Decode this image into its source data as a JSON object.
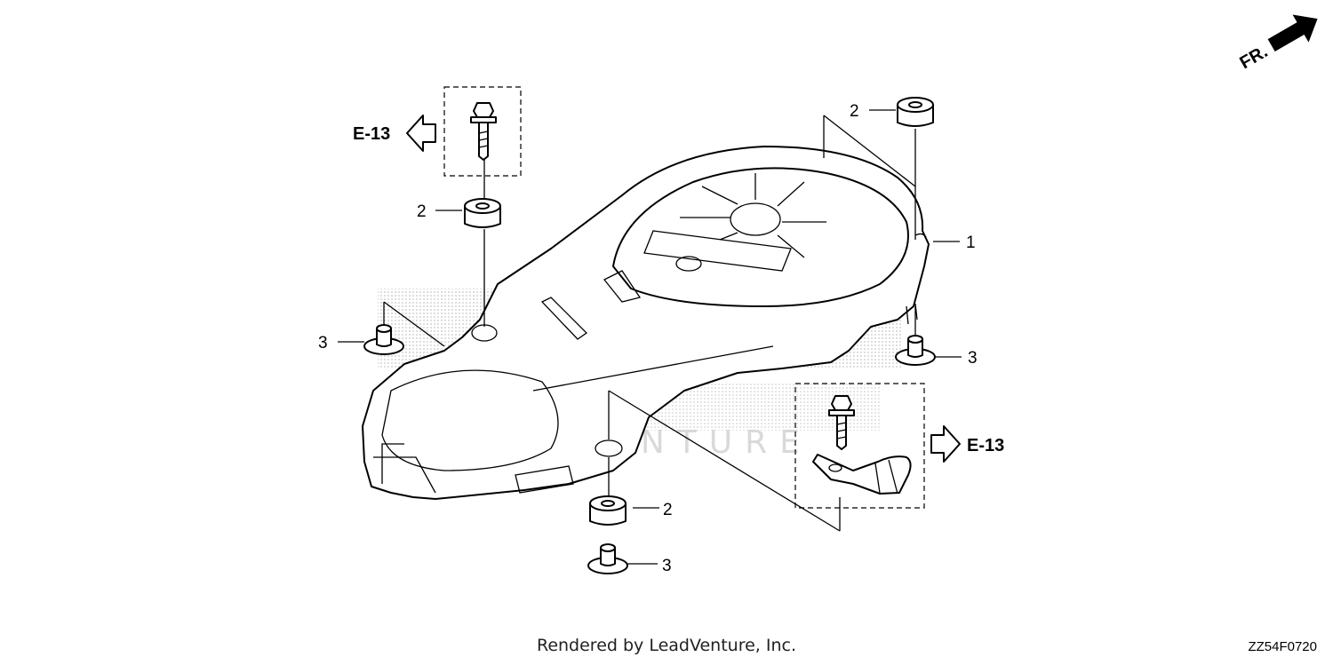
{
  "diagram": {
    "callouts": {
      "c1": "1",
      "c2_top_right": "2",
      "c2_top_left": "2",
      "c2_bottom": "2",
      "c3_left": "3",
      "c3_right": "3",
      "c3_bottom": "3"
    },
    "references": {
      "left": "E-13",
      "right": "E-13"
    },
    "direction_label": "FR.",
    "watermark": "LEADVENTURE"
  },
  "footer": {
    "rendered_by": "Rendered by LeadVenture, Inc.",
    "diagram_code": "ZZ54F0720"
  }
}
